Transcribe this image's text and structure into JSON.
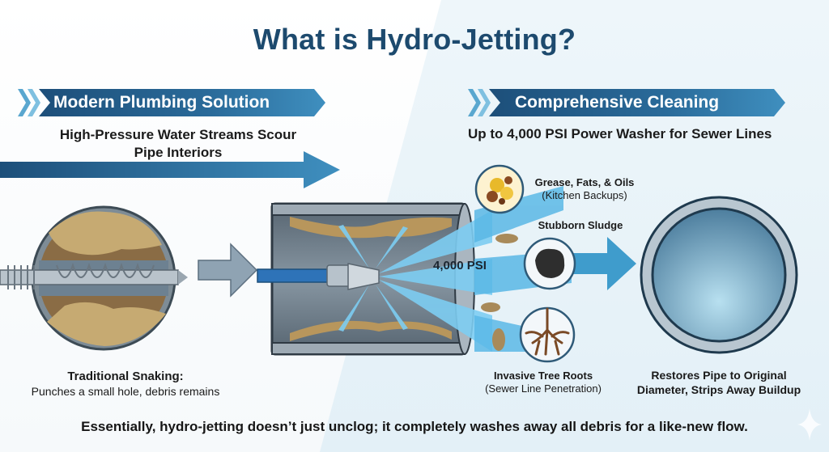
{
  "title": "What is Hydro-Jetting?",
  "left_section": {
    "banner": "Modern Plumbing Solution",
    "subtitle_line1": "High-Pressure Water Streams Scour",
    "subtitle_line2": "Pipe Interiors"
  },
  "right_section": {
    "banner": "Comprehensive Cleaning",
    "subtitle": "Up to 4,000 PSI Power Washer for Sewer Lines"
  },
  "snaking": {
    "title": "Traditional Snaking:",
    "description": "Punches a small hole, debris remains"
  },
  "jet": {
    "pressure_label": "4,000 PSI"
  },
  "debris_types": [
    {
      "title": "Grease, Fats, & Oils",
      "subtitle": "(Kitchen Backups)",
      "icon": "grease-blobs-icon"
    },
    {
      "title": "Stubborn Sludge",
      "subtitle": "",
      "icon": "sludge-rock-icon"
    },
    {
      "title": "Invasive Tree Roots",
      "subtitle": "(Sewer Line Penetration)",
      "icon": "tree-roots-icon"
    }
  ],
  "result": {
    "line1": "Restores Pipe to Original",
    "line2": "Diameter, Strips Away Buildup"
  },
  "footer": "Essentially, hydro-jetting doesn’t just unclog; it completely washes away all debris for a like-new flow.",
  "colors": {
    "title": "#1d4a6e",
    "banner_dark": "#1d4f7a",
    "banner_light": "#3f8fbf",
    "water": "#5ab8e6",
    "debris": "#a88a5a"
  }
}
